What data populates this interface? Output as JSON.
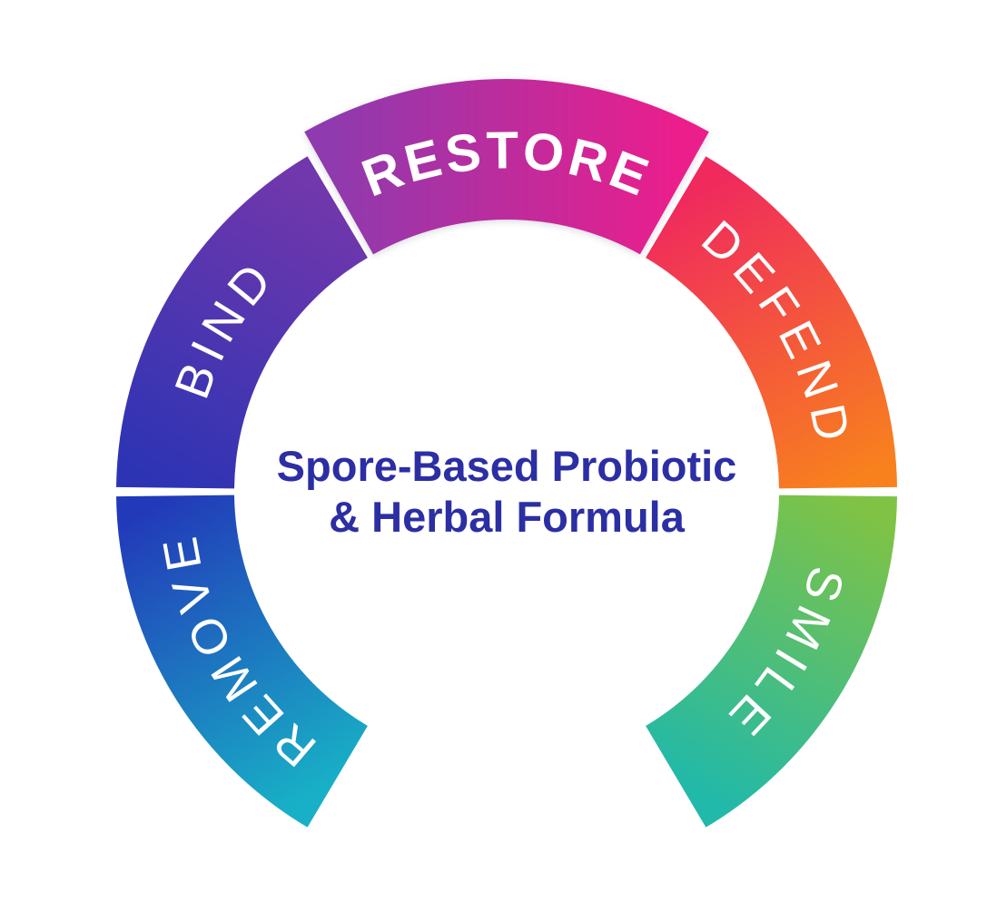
{
  "diagram": {
    "background_color": "#FFFFFF",
    "label_color": "#FFFFFF",
    "center_text": {
      "line1": "Spore-Based Probiotic",
      "line2": "& Herbal Formula",
      "color": "#2C2EA4"
    },
    "segments": [
      {
        "id": "remove",
        "label": "REMOVE",
        "start_angle": -150,
        "end_angle": -90,
        "gradient": [
          "#18B0C6",
          "#2239B9"
        ],
        "emphasized": false
      },
      {
        "id": "bind",
        "label": "BIND",
        "start_angle": -90,
        "end_angle": -30,
        "gradient": [
          "#2D34B4",
          "#7137AC"
        ],
        "emphasized": false
      },
      {
        "id": "restore",
        "label": "RESTORE",
        "start_angle": -30,
        "end_angle": 30,
        "gradient": [
          "#8F3AAE",
          "#EB1E8C"
        ],
        "emphasized": true
      },
      {
        "id": "defend",
        "label": "DEFEND",
        "start_angle": 30,
        "end_angle": 90,
        "gradient": [
          "#F02A5D",
          "#F8811D"
        ],
        "emphasized": false
      },
      {
        "id": "smile",
        "label": "SMILE",
        "start_angle": 90,
        "end_angle": 150,
        "gradient": [
          "#80C344",
          "#21B9A9"
        ],
        "emphasized": false
      }
    ]
  }
}
